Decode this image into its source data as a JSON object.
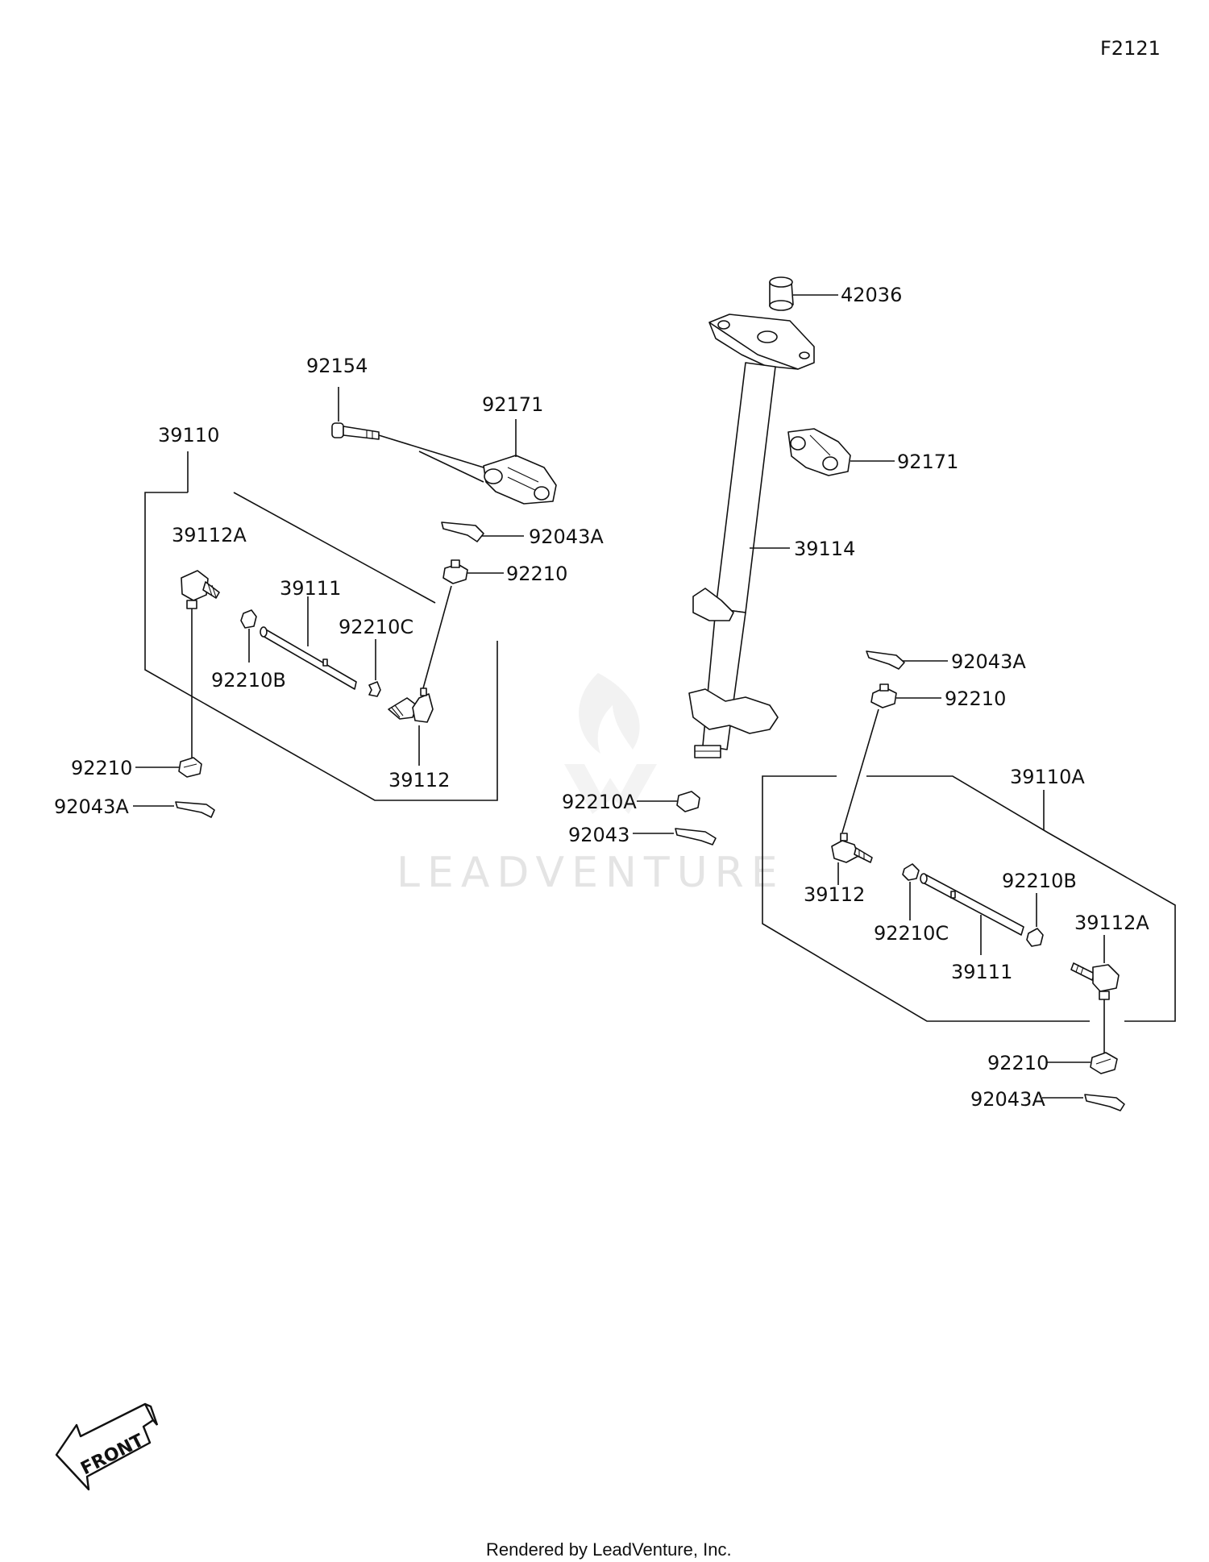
{
  "diagram_code": "F2121",
  "watermark": "LEADVENTURE",
  "footer": "Rendered by LeadVenture, Inc.",
  "front_arrow": "FRONT",
  "labels": {
    "l_42036": "42036",
    "l_92154": "92154",
    "l_92171a": "92171",
    "l_92171b": "92171",
    "l_39110": "39110",
    "l_39112a_left": "39112A",
    "l_92043a_top": "92043A",
    "l_92210_top": "92210",
    "l_39111_left": "39111",
    "l_92210c_left": "92210C",
    "l_92210b_left": "92210B",
    "l_39112_left": "39112",
    "l_92210_left": "92210",
    "l_92043a_left": "92043A",
    "l_39114": "39114",
    "l_92043a_mid": "92043A",
    "l_92210_mid": "92210",
    "l_92210a": "92210A",
    "l_92043": "92043",
    "l_39110a": "39110A",
    "l_39112_right": "39112",
    "l_92210b_right": "92210B",
    "l_39112a_right": "39112A",
    "l_92210c_right": "92210C",
    "l_39111_right": "39111",
    "l_92210_right": "92210",
    "l_92043a_right": "92043A"
  }
}
